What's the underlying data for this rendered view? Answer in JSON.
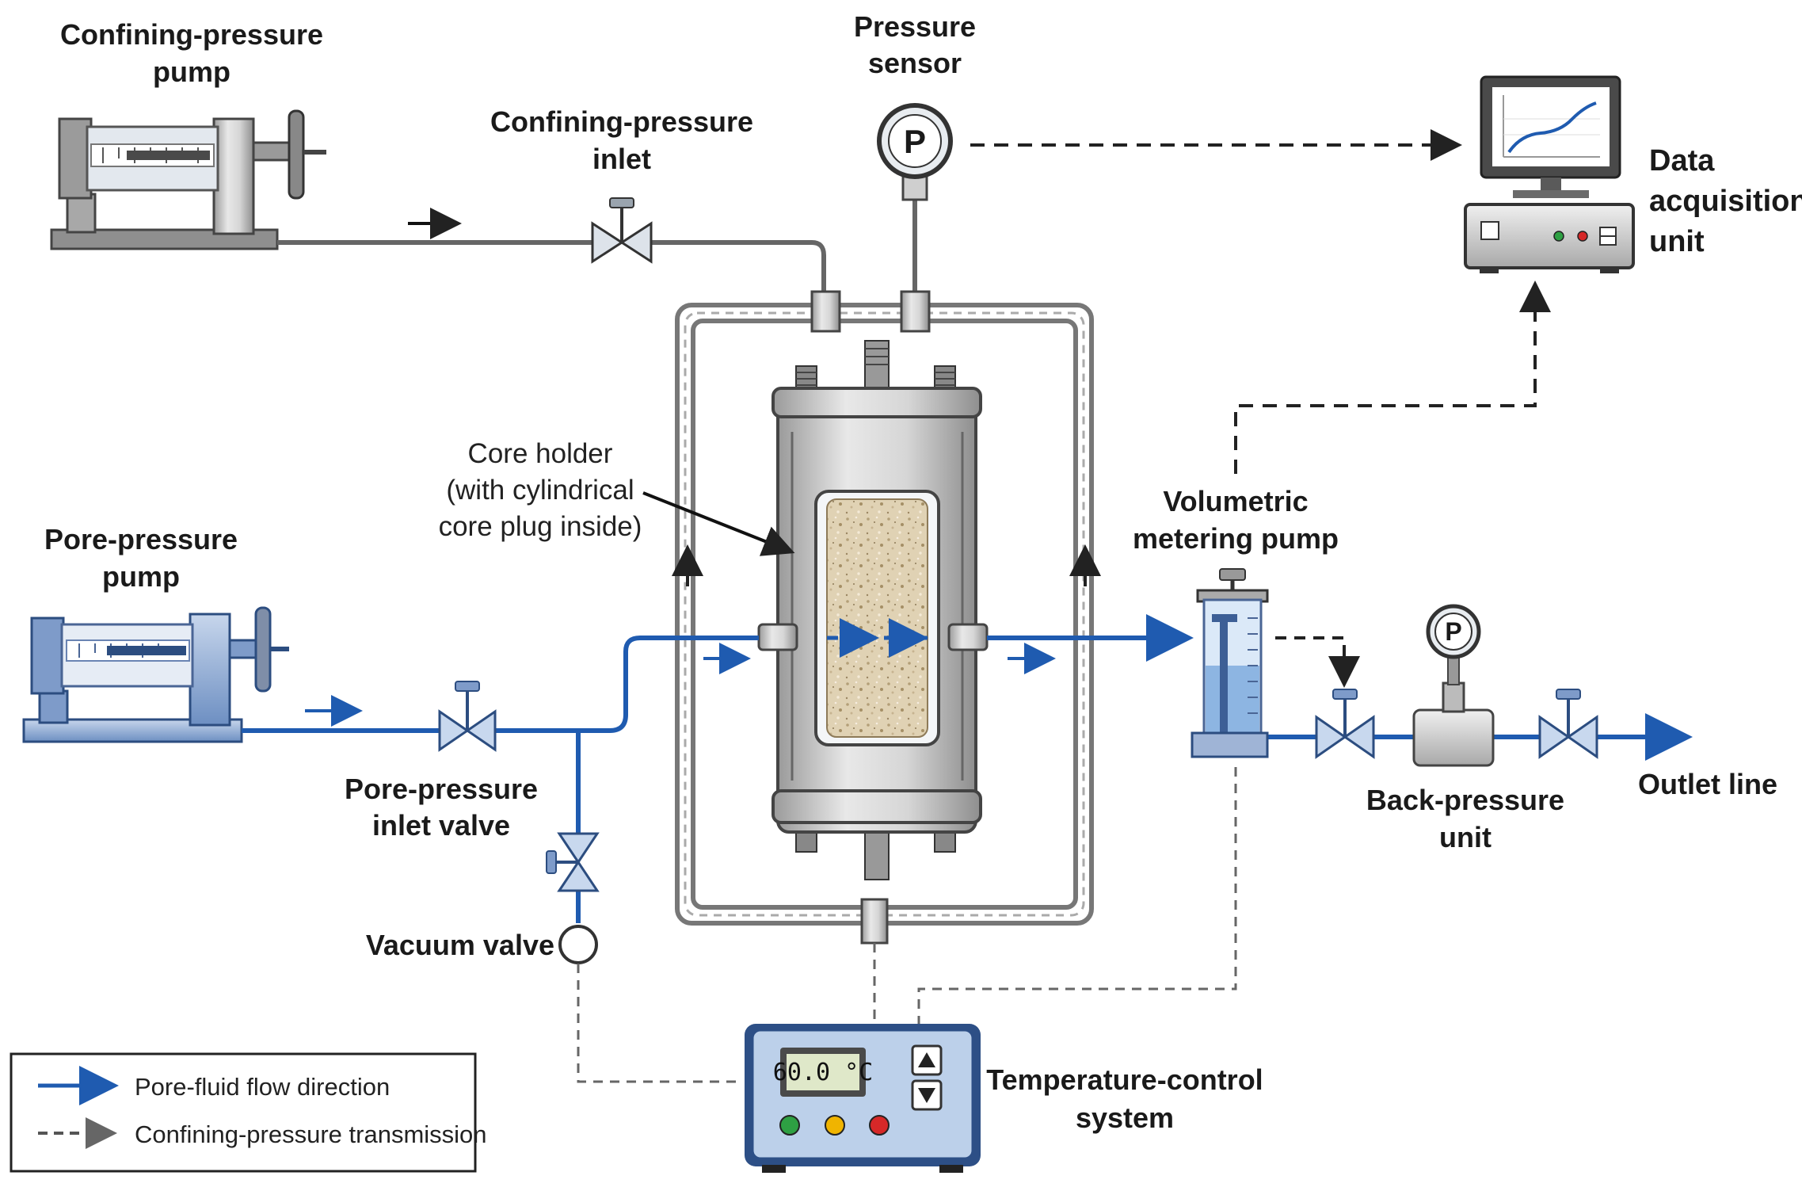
{
  "labels": {
    "confining_pump_l1": "Confining-pressure",
    "confining_pump_l2": "pump",
    "confining_inlet_l1": "Confining-pressure",
    "confining_inlet_l2": "inlet",
    "pressure_sensor_l1": "Pressure",
    "pressure_sensor_l2": "sensor",
    "data_acq_l1": "Data",
    "data_acq_l2": "acquisition",
    "data_acq_l3": "unit",
    "core_holder_l1": "Core holder",
    "core_holder_l2": "(with cylindrical",
    "core_holder_l3": "core plug inside)",
    "pore_pump_l1": "Pore-pressure",
    "pore_pump_l2": "pump",
    "pore_inlet_l1": "Pore-pressure",
    "pore_inlet_l2": "inlet valve",
    "vacuum_valve": "Vacuum valve",
    "metering_pump_l1": "Volumetric",
    "metering_pump_l2": "metering pump",
    "back_pressure_l1": "Back-pressure",
    "back_pressure_l2": "unit",
    "outlet_line": "Outlet line",
    "temp_control_l1": "Temperature-control",
    "temp_control_l2": "system"
  },
  "gauge_symbol": "P",
  "temperature_display": "60.0 °C",
  "legend": {
    "pore_flow": "Pore-fluid flow direction",
    "confining_transmission": "Confining-pressure transmission"
  },
  "colors": {
    "pore_fluid_line": "#1f5bb0",
    "signal_line": "#222222",
    "confining_line": "#666666",
    "core_sample": "#e0d2b4",
    "controller_body": "#bcd0ea",
    "led_green": "#2ea043",
    "led_yellow": "#f0b400",
    "led_red": "#d62828"
  },
  "icons": [
    "pressure-gauge-icon",
    "monitor-icon",
    "valve-icon",
    "syringe-pump-icon",
    "arrow-up-icon",
    "arrow-down-icon"
  ]
}
